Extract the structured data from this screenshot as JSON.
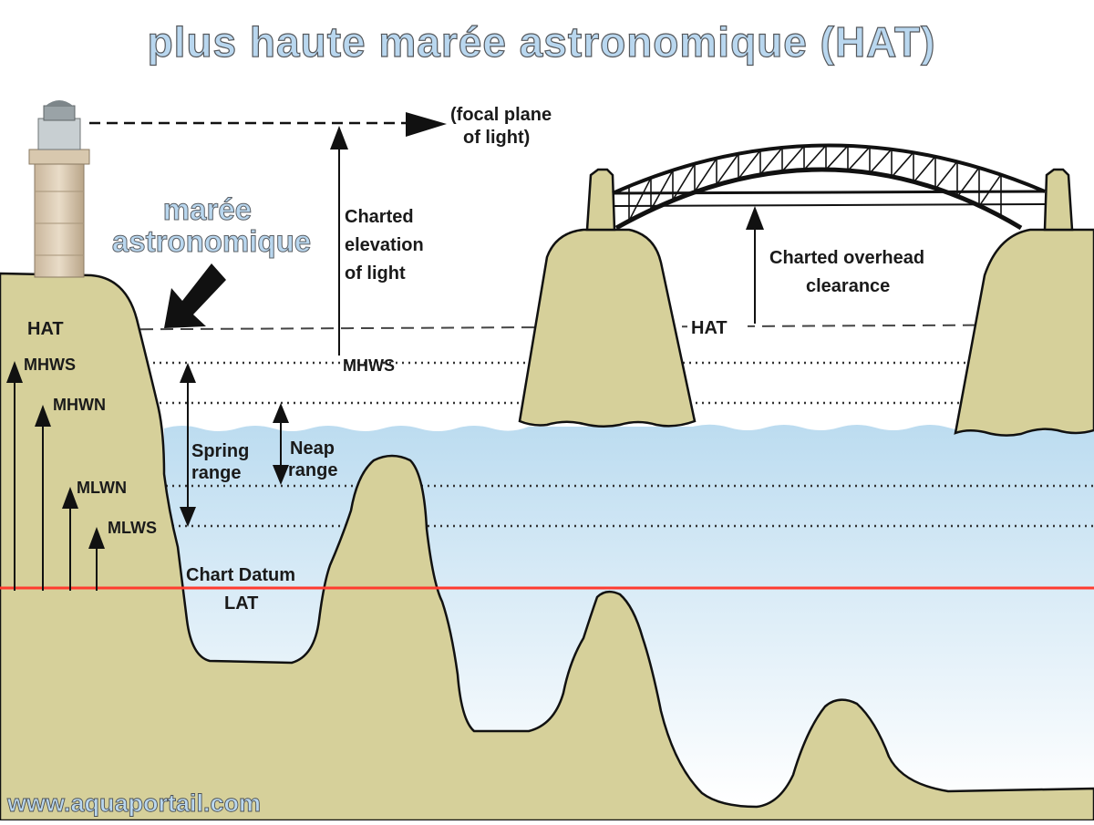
{
  "title": "plus haute marée astronomique (HAT)",
  "callout": {
    "line1": "marée",
    "line2": "astronomique"
  },
  "website": "www.aquaportail.com",
  "labels": {
    "focal_line1": "(focal plane",
    "focal_line2": "of light)",
    "elev_line1": "Charted",
    "elev_line2": "elevation",
    "elev_line3": "of light",
    "clear_line1": "Charted overhead",
    "clear_line2": "clearance",
    "hat_left": "HAT",
    "hat_mid": "HAT",
    "mhws_left": "MHWS",
    "mhws_mid": "MHWS",
    "mhwn": "MHWN",
    "mlwn": "MLWN",
    "mlws": "MLWS",
    "spring_line1": "Spring",
    "spring_line2": "range",
    "neap_line1": "Neap",
    "neap_line2": "range",
    "datum_line1": "Chart Datum",
    "datum_line2": "LAT"
  },
  "colors": {
    "land": "#d6d09a",
    "water_top": "#bcdcf0",
    "water_bottom": "#ffffff",
    "chart_datum_line": "#ff3b2f",
    "title_fill": "#b9d7ef"
  }
}
